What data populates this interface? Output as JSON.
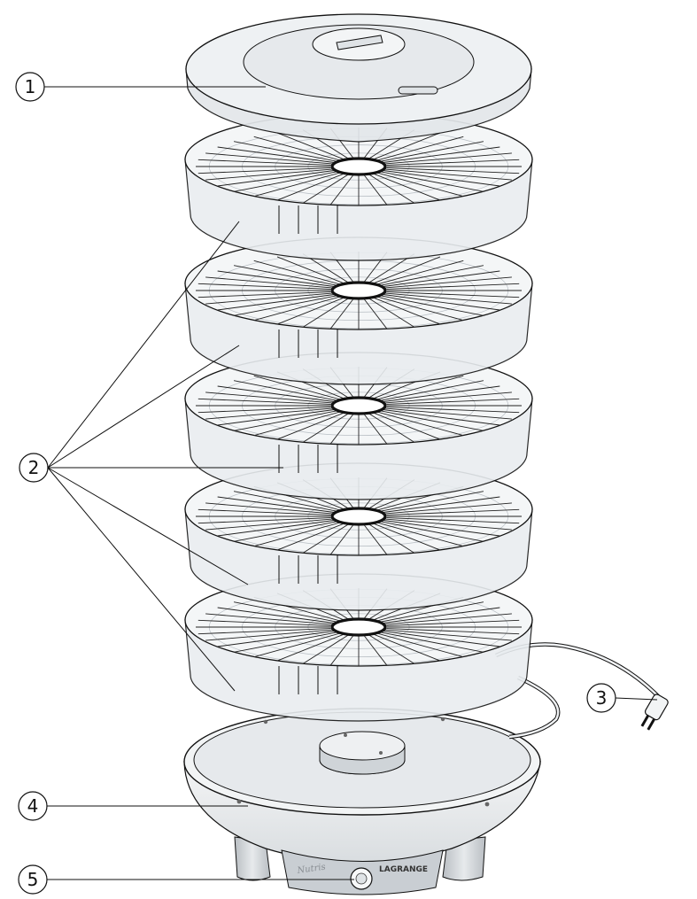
{
  "diagram": {
    "callouts": [
      {
        "id": "1",
        "label": "1"
      },
      {
        "id": "2",
        "label": "2"
      },
      {
        "id": "3",
        "label": "3"
      },
      {
        "id": "4",
        "label": "4"
      },
      {
        "id": "5",
        "label": "5"
      }
    ],
    "base": {
      "brand": "LAGRANGE",
      "model": "Nutris"
    },
    "tray_count": 5,
    "colors": {
      "outline": "#111111",
      "tray_fill": "#e9edf0",
      "lid_fill": "#eef1f3",
      "base_fill": "#eef0f2",
      "panel_fill": "#c9ced3"
    }
  }
}
